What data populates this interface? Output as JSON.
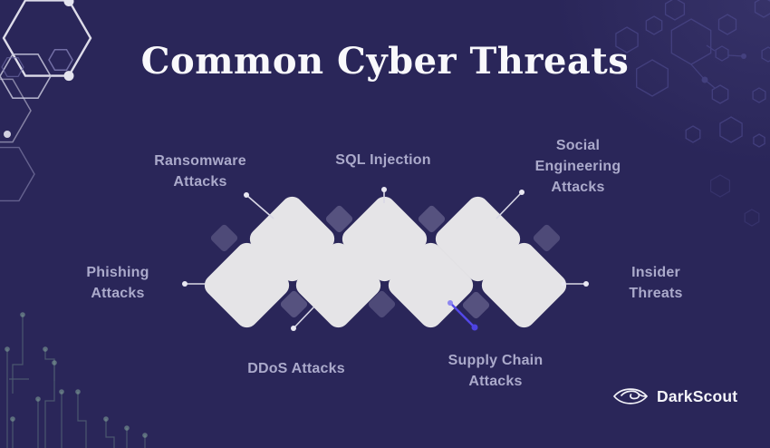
{
  "title": "Common Cyber Threats",
  "threats": [
    {
      "id": "ransomware",
      "label": "Ransomware\nAttacks"
    },
    {
      "id": "sql-injection",
      "label": "SQL Injection"
    },
    {
      "id": "social-engineering",
      "label": "Social\nEngineering\nAttacks"
    },
    {
      "id": "phishing",
      "label": "Phishing\nAttacks"
    },
    {
      "id": "ddos",
      "label": "DDoS Attacks"
    },
    {
      "id": "supply-chain",
      "label": "Supply Chain\nAttacks"
    },
    {
      "id": "insider-threats",
      "label": "Insider\nThreats"
    }
  ],
  "brand": {
    "name": "DarkScout",
    "logo_icon": "eye-scout-icon"
  },
  "colors": {
    "background": "#2a2659",
    "title": "#f8f8fb",
    "label": "#abaacb",
    "diamond": "#e5e4e7",
    "accent_diamond": "#56527f",
    "connector": "#d9d8e6",
    "highlight_connector": "#5348e8",
    "circuit_decoration": "#7fa695",
    "molecule_decoration": "#514e93"
  }
}
